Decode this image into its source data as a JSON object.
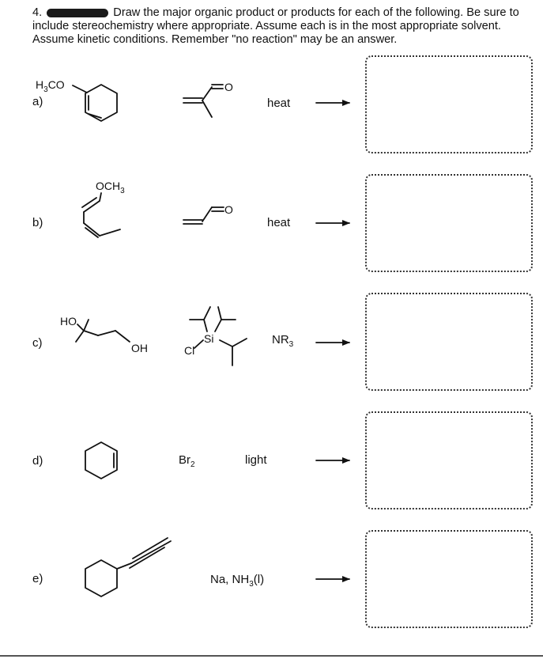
{
  "question": {
    "number": "4.",
    "text": "Draw the major organic product or products for each of the following. Be sure to include stereochemistry where appropriate. Assume each is in the most appropriate solvent. Assume kinetic conditions. Remember \"no reaction\" may be an answer."
  },
  "parts": [
    {
      "label": "a)",
      "condition": "heat"
    },
    {
      "label": "b)",
      "condition": "heat"
    },
    {
      "label": "c)",
      "condition": "NR",
      "condition_sub": "3"
    },
    {
      "label": "d)",
      "reagent": "Br",
      "reagent_sub": "2",
      "condition": "light"
    },
    {
      "label": "e)",
      "condition": "Na, NH",
      "condition_sub": "3",
      "condition_suffix": "(l)"
    }
  ],
  "atoms": {
    "h3co_h": "H",
    "h3co_sub": "3",
    "h3co_co": "CO",
    "och3_main": "OCH",
    "och3_sub": "3",
    "o": "O",
    "ho": "HO",
    "oh": "OH",
    "si": "Si",
    "cl": "Cl"
  }
}
